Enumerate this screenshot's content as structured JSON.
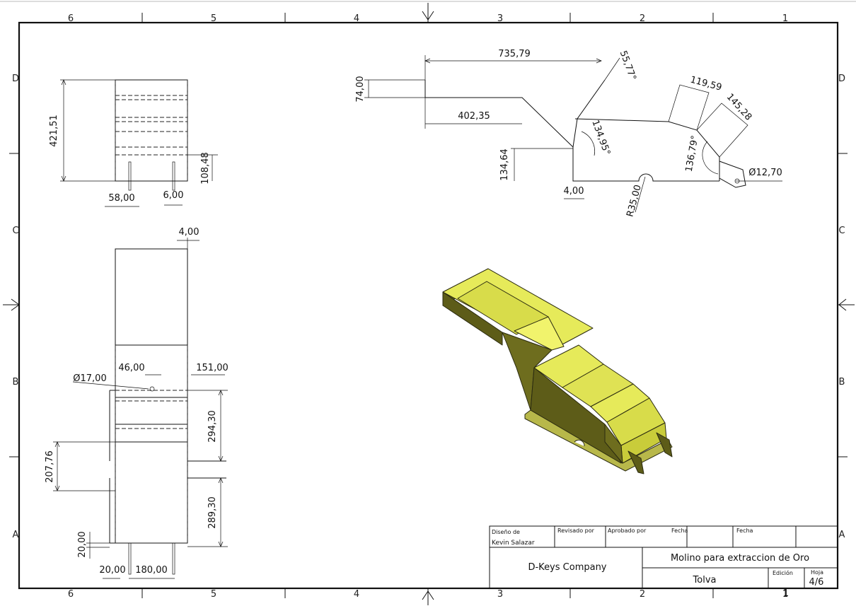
{
  "zones": {
    "columns": [
      "6",
      "5",
      "4",
      "3",
      "2",
      "1"
    ],
    "rows": [
      "D",
      "C",
      "B",
      "A"
    ]
  },
  "dims": {
    "top_view": {
      "height": "421,51",
      "small_height": "108,48",
      "width_a": "58,00",
      "width_b": "6,00"
    },
    "front_view": {
      "thickness": "4,00",
      "hole_dia": "Ø17,00",
      "hole_offset": "46,00",
      "side": "151,00",
      "upper": "294,30",
      "lower": "289,30",
      "left": "207,76",
      "base": "20,00",
      "bottom_a": "20,00",
      "bottom_b": "180,00"
    },
    "side_view": {
      "length": "735,79",
      "angle_top": "55,77°",
      "height_top": "74,00",
      "mid_length": "402,35",
      "angle_mid": "134,95°",
      "height_mid": "134,64",
      "thickness": "4,00",
      "radius": "R35,00",
      "seg_a": "119,59",
      "seg_b": "145,28",
      "angle_right": "136,79°",
      "hole_dia": "Ø12,70"
    }
  },
  "title_block": {
    "designed_by_label": "Diseño de",
    "designed_by": "Kevin Salazar",
    "reviewed_label": "Revisado por",
    "approved_label": "Aprobado por",
    "date_label_1": "Fecha",
    "date_label_2": "Fecha",
    "company": "D-Keys Company",
    "project": "Molino para extraccion de Oro",
    "part": "Tolva",
    "edition_label": "Edición",
    "edition": "1",
    "sheet_label": "Hoja",
    "sheet": "4/6"
  },
  "colors": {
    "part_light": "#e6ea5a",
    "part_mid": "#c9cc3a",
    "part_dark": "#6e6d1e",
    "part_edge": "#2a2a10"
  }
}
